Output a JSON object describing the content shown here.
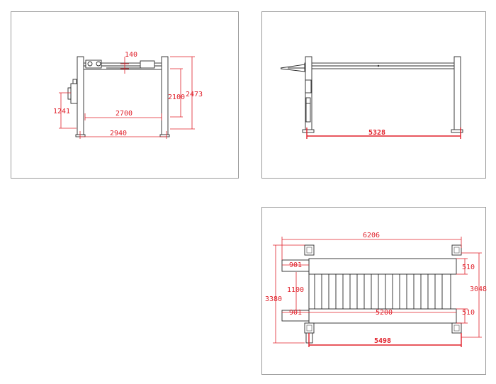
{
  "front_view": {
    "dim_140": "140",
    "dim_2100": "2100",
    "dim_2473": "2473",
    "dim_1241": "1241",
    "dim_2700": "2700",
    "dim_2940": "2940"
  },
  "side_view": {
    "dim_5328": "5328"
  },
  "top_view": {
    "dim_6206": "6206",
    "dim_901_top": "901",
    "dim_510_top": "510",
    "dim_1100": "1100",
    "dim_3380": "3380",
    "dim_3048": "3048",
    "dim_901_bottom": "901",
    "dim_5200": "5200",
    "dim_510_bottom": "510",
    "dim_5498": "5498"
  },
  "colors": {
    "dimension": "#e0202a",
    "frame": "#9a9a9a",
    "line": "#2a2a2a"
  }
}
